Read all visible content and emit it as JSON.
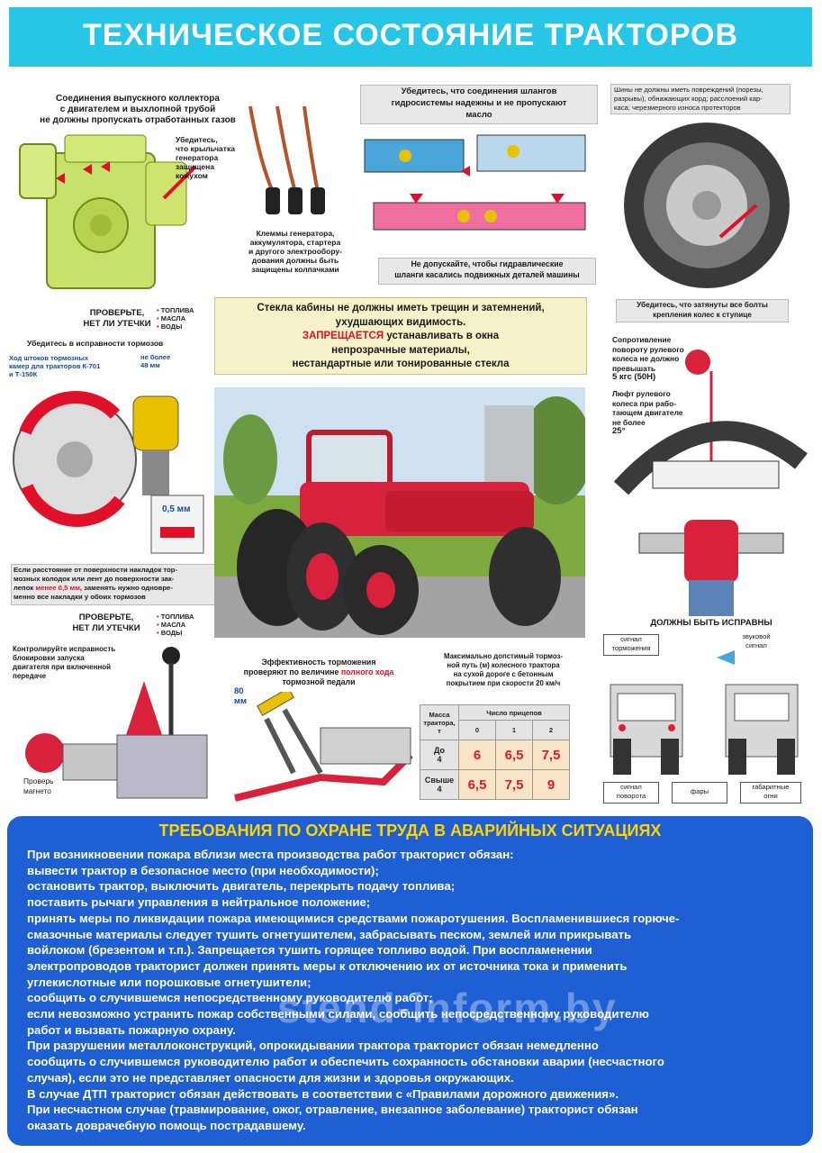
{
  "title": "ТЕХНИЧЕСКОЕ СОСТОЯНИЕ ТРАКТОРОВ",
  "captions": {
    "exhaust": [
      "Соединения выпускного коллектора",
      "с двигателем и выхлопной трубой",
      "не должны пропускать отработанных газов"
    ],
    "fan": [
      "Убедитесь,",
      "что крыльчатка",
      "генератора",
      "защищена",
      "кожухом"
    ],
    "clamps": [
      "Клеммы генератора,",
      "аккумулятора, стартера",
      "и другого электрообору-",
      "дования должны быть",
      "защищены колпачками"
    ],
    "hydraulic_top": [
      "Убедитесь, что соединения шлангов",
      "гидросистемы надежны и не пропускают",
      "масло"
    ],
    "hydraulic_bottom": [
      "Не допускайте, чтобы гидравлические",
      "шланги касались подвижных деталей машины"
    ],
    "tyres": [
      "Шины не должны иметь повреждений (порезы,",
      "разрывы), обнажающих корд; расслоений кар-",
      "каса; черезмерного износа протекторов"
    ],
    "wheel_bolts": [
      "Убедитесь, что затянуты все болты",
      "крепления колес к ступице"
    ],
    "check_leaks": [
      "ПРОВЕРЬТЕ,",
      "НЕТ ЛИ УТЕЧКИ"
    ],
    "leak_legend": [
      "ТОПЛИВА",
      "МАСЛА",
      "ВОДЫ"
    ],
    "brakes_check": "Убедитесь в исправности тормозов",
    "rod_stroke": [
      "Ход штоков тормозных",
      "камер для тракторов К-701",
      "и Т-150К"
    ],
    "no_more_48": [
      "не более",
      "48 мм"
    ],
    "gap_05": "0,5 мм",
    "lining_pre": [
      "Если расстояние от поверхности накладок тор-",
      "мозных колодок или лент до поверхности зак-"
    ],
    "lining_mid_a": "лепок ",
    "lining_red": "менее 0,5 мм",
    "lining_mid_b": ", заменять нужно одновре-",
    "lining_post": "менно все накладки у обоих тормозов",
    "glass_1": "Стекла кабины не должны иметь трещин и затемнений,",
    "glass_2": "ухудшающих видимость.",
    "glass_red": "ЗАПРЕЩАЕТСЯ",
    "glass_3": " устанавливать в окна",
    "glass_4": "непрозрачные материалы,",
    "glass_5": "нестандартные или тонированные стекла",
    "steering": [
      "Сопротивление",
      "повороту рулевого",
      "колеса не должно",
      "превышать",
      "5 кгс (50Н)"
    ],
    "steering_play": [
      "Люфт рулевого",
      "колеса при рабо-",
      "тающем двигателе",
      "не более",
      "25°"
    ],
    "blocking": [
      "Контролируйте исправность",
      "блокировки запуска",
      "двигателя при включенной",
      "передаче"
    ],
    "magneto": [
      "Проверь",
      "магнето"
    ],
    "brake_eff_1": "Эффективность торможения",
    "brake_eff_2a": "проверяют по величине ",
    "brake_eff_red": "полного хода",
    "brake_eff_3": "тормозной педали",
    "pedal_mm": [
      "80",
      "мм"
    ],
    "max_brake": [
      "Максимально допстимый тормоз-",
      "ной путь (м) колесного трактора",
      "на сухой дороге с бетонным",
      "покрытием при скорости 20 км/ч"
    ],
    "must_work": "ДОЛЖНЫ БЫТЬ ИСПРАВНЫ",
    "lights": {
      "brake_signal": [
        "сигнал",
        "торможения"
      ],
      "horn": [
        "звуковой",
        "сигнал"
      ],
      "turn_signal": [
        "сигнал",
        "поворота"
      ],
      "headlights": "фары",
      "marker": [
        "габаритные",
        "огни"
      ]
    }
  },
  "brake_table": {
    "mass_header": [
      "Масса",
      "трактора,",
      "т"
    ],
    "trailers_header": "Число прицепов",
    "trailer_counts": [
      "0",
      "1",
      "2"
    ],
    "rows": [
      {
        "label": [
          "До",
          "4"
        ],
        "values": [
          "6",
          "6,5",
          "7,5"
        ]
      },
      {
        "label": [
          "Свыше",
          "4"
        ],
        "values": [
          "6,5",
          "7,5",
          "9"
        ]
      }
    ]
  },
  "emergency": {
    "title": "ТРЕБОВАНИЯ ПО ОХРАНЕ ТРУДА В АВАРИЙНЫХ СИТУАЦИЯХ",
    "lines": [
      "При возникновении пожара вблизи места производства работ тракторист обязан:",
      "вывести трактор в безопасное место (при необходимости);",
      "остановить трактор, выключить двигатель, перекрыть подачу топлива;",
      "поставить рычаги управления в нейтральное положение;",
      "принять меры по ликвидации пожара имеющимися средствами пожаротушения. Воспламенившиеся горюче-",
      "смазочные материалы следует тушить огнетушителем, забрасывать песком, землей или прикрывать",
      "войлоком (брезентом и т.п.). Запрещается тушить горящее топливо водой. При воспламенении",
      "электропроводов тракторист должен принять меры к отключению их от источника тока и применить",
      "углекислотные или порошковые огнетушители;",
      "сообщить о случившемся непосредственному руководителю работ;",
      "если невозможно устранить пожар собственными силами, сообщить непосредственному руководителю",
      "работ и вызвать пожарную охрану.",
      "При разрушении металлоконструкций, опрокидывании трактора тракторист обязан немедленно",
      "сообщить о случившемся руководителю работ и обеспечить сохранность обстановки аварии (несчастного",
      "случая), если это не представляет опасности для жизни и здоровья окружающих.",
      "В случае ДТП тракторист обязан действовать в соответствии с «Правилами дорожного движения».",
      "При несчастном случае (травмирование, ожог, отравление, внезапное заболевание) тракторист обязан",
      "оказать доврачебную помощь пострадавшему."
    ]
  },
  "watermark": "stend-inform.by",
  "colors": {
    "title_bar": "#27c6e6",
    "panel": "#1e5fd3",
    "panel_title": "#ffd400",
    "warning_red": "#e0102a"
  }
}
